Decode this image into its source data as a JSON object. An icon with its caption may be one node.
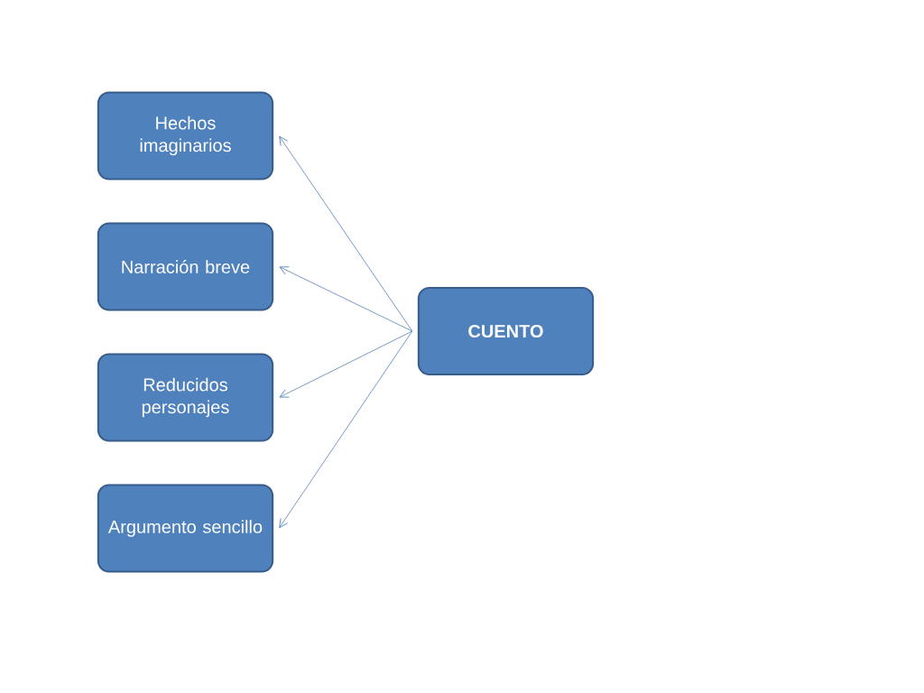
{
  "diagram": {
    "nodes": [
      {
        "text": [
          "Hechos imaginarios"
        ]
      },
      {
        "text": [
          "Narración breve"
        ]
      },
      {
        "text": [
          "Reducidos personajes"
        ]
      },
      {
        "text": [
          "Argumento sencillo"
        ]
      },
      {
        "text": [
          "CUENTO"
        ]
      }
    ],
    "edges": [
      {
        "from": 4,
        "to": 0,
        "arrow": "to"
      },
      {
        "from": 4,
        "to": 1,
        "arrow": "to"
      },
      {
        "from": 4,
        "to": 2,
        "arrow": "to"
      },
      {
        "from": 4,
        "to": 3,
        "arrow": "to"
      }
    ]
  }
}
